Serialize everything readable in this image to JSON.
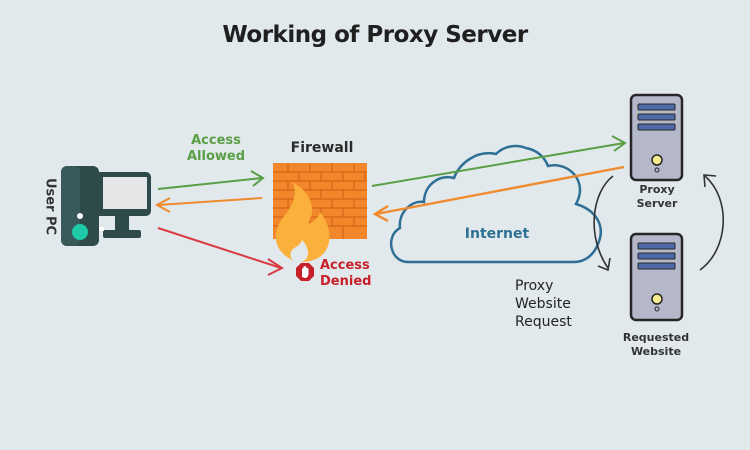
{
  "title": "Working of Proxy Server",
  "nodes": {
    "user_pc": {
      "label": "User PC",
      "icon": "desktop-computer-icon"
    },
    "firewall": {
      "label": "Firewall",
      "icon": "brick-wall-fire-icon"
    },
    "internet": {
      "label": "Internet",
      "icon": "cloud-icon"
    },
    "proxy_server": {
      "label_line1": "Proxy",
      "label_line2": "Server",
      "icon": "server-tower-icon"
    },
    "requested_website": {
      "label_line1": "Requested",
      "label_line2": "Website",
      "icon": "server-tower-icon"
    }
  },
  "annotations": {
    "access_allowed_line1": "Access",
    "access_allowed_line2": "Allowed",
    "access_denied_line1": "Access",
    "access_denied_line2": "Denied",
    "proxy_request_line1": "Proxy",
    "proxy_request_line2": "Website",
    "proxy_request_line3": "Request"
  },
  "colors": {
    "background": "#e1e9ec",
    "allowed": "#5a9e46",
    "response": "#ef8a2e",
    "denied": "#d93a43",
    "cloud": "#2f6f95",
    "firewall": "#f1862a",
    "flame": "#fbb03b",
    "pc": "#2f4a4b",
    "pc_accent": "#1fc9a5",
    "server_body": "#b5b8c9",
    "server_slot": "#4e6aa8",
    "server_light": "#f5ec8f"
  },
  "flows": [
    {
      "from": "User PC",
      "to": "Firewall",
      "type": "allowed"
    },
    {
      "from": "Firewall",
      "to": "User PC",
      "type": "response"
    },
    {
      "from": "User PC",
      "to": "Firewall",
      "type": "denied"
    },
    {
      "from": "Firewall",
      "to": "Proxy Server",
      "type": "allowed"
    },
    {
      "from": "Proxy Server",
      "to": "Firewall",
      "type": "response"
    },
    {
      "from": "Proxy Server",
      "to": "Requested Website",
      "type": "request"
    },
    {
      "from": "Requested Website",
      "to": "Proxy Server",
      "type": "request"
    }
  ]
}
